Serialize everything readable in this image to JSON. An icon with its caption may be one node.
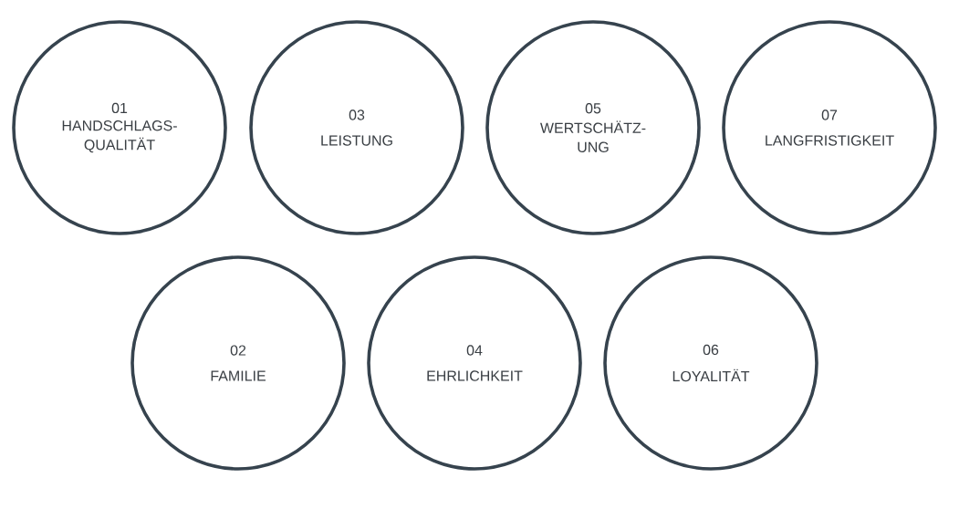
{
  "diagram": {
    "nodes": [
      {
        "text": [
          "01",
          "HANDSCHLAGS-QUALITÄT"
        ]
      },
      {
        "text": [
          "03",
          "LEISTUNG"
        ]
      },
      {
        "text": [
          "05",
          "WERTSCHÄTZ-UNG"
        ]
      },
      {
        "text": [
          "07",
          "LANGFRISTIGKEIT"
        ]
      },
      {
        "text": [
          "02",
          "FAMILIE"
        ]
      },
      {
        "text": [
          "04",
          "EHRLICHKEIT"
        ]
      },
      {
        "text": [
          "06",
          "LOYALITÄT"
        ]
      }
    ]
  }
}
